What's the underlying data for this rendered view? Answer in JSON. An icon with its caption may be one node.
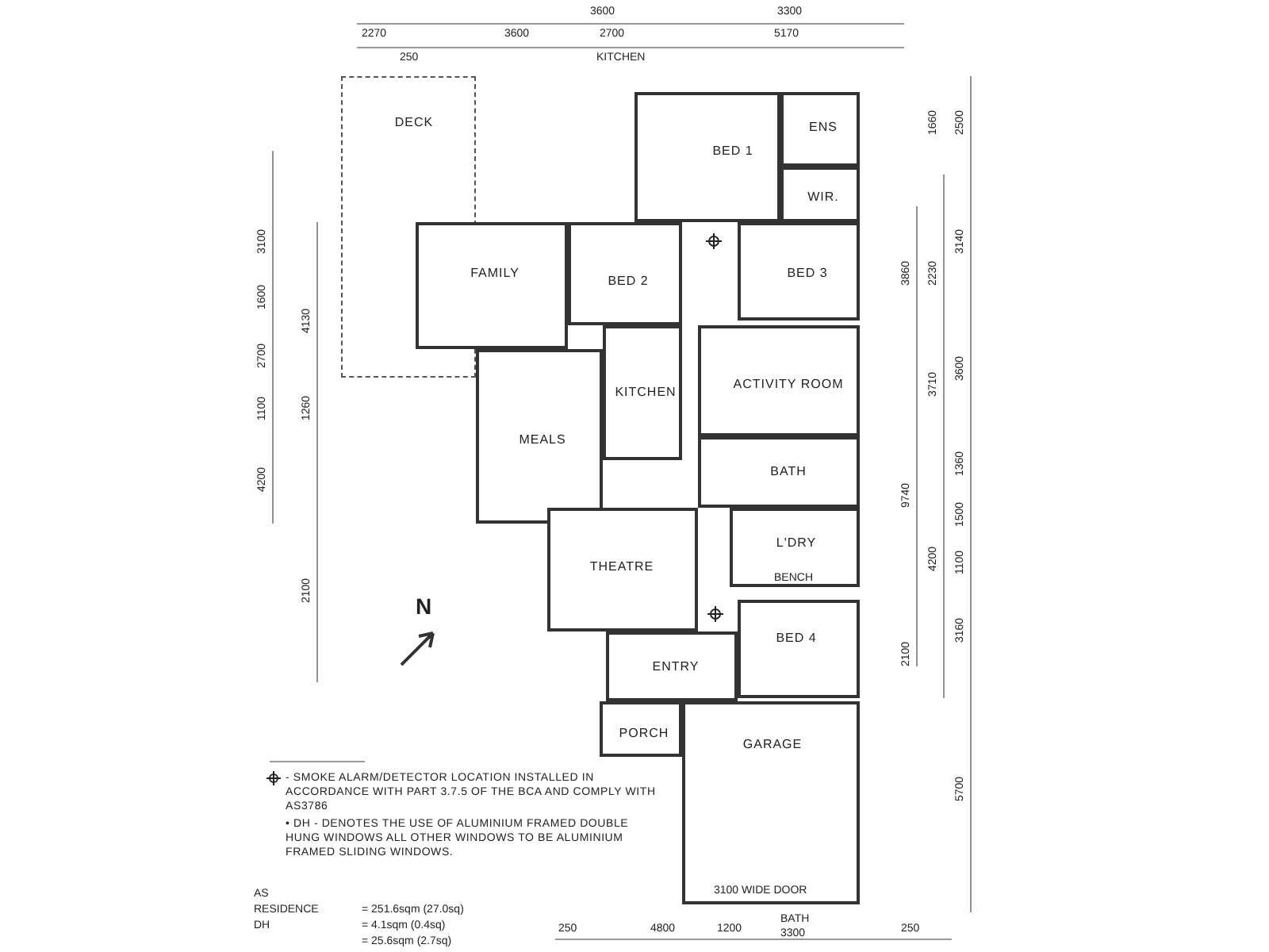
{
  "diagram": {
    "nodes": [
      {
        "text": [
          "DECK"
        ]
      },
      {
        "text": [
          "BED 1"
        ]
      },
      {
        "text": [
          "ENS"
        ]
      },
      {
        "text": [
          "WIR."
        ]
      },
      {
        "text": [
          "FAMILY"
        ]
      },
      {
        "text": [
          "BED 2"
        ]
      },
      {
        "text": [
          "BED 3"
        ]
      },
      {
        "text": [
          "KITCHEN"
        ]
      },
      {
        "text": [
          "MEALS"
        ]
      },
      {
        "text": [
          "ACTIVITY ROOM"
        ]
      },
      {
        "text": [
          "BATH"
        ]
      },
      {
        "text": [
          "THEATRE"
        ]
      },
      {
        "text": [
          "L'DRY"
        ]
      },
      {
        "text": [
          "BED 4"
        ]
      },
      {
        "text": [
          "ENTRY"
        ]
      },
      {
        "text": [
          "PORCH"
        ]
      },
      {
        "text": [
          "GARAGE"
        ]
      }
    ],
    "edges": [],
    "labels": [
      "3600",
      "3300",
      "2270",
      "3600",
      "2700",
      "KITCHEN",
      "5170",
      "250",
      "N",
      "BENCH",
      "3100 WIDE DOOR",
      "3100",
      "1600",
      "2700",
      "1100",
      "4200",
      "4130",
      "1260",
      "2100",
      "1660",
      "2500",
      "3140",
      "3860",
      "2230",
      "3710",
      "3600",
      "9740",
      "1360",
      "1500",
      "4200",
      "1100",
      "3160",
      "2100",
      "5700",
      "250",
      "4800",
      "1200",
      "BATH",
      "3300",
      "250",
      "AS",
      "RESIDENCE",
      "= 251.6sqm (27.0sq)",
      "DH",
      "= 4.1sqm (0.4sq)",
      "= 25.6sqm (2.7sq)"
    ],
    "legend": [
      {
        "text": "- SMOKE ALARM/DETECTOR LOCATION INSTALLED IN ACCORDANCE WITH PART 3.7.5 OF THE BCA AND COMPLY WITH AS3786"
      },
      {
        "text": "• DH - DENOTES THE USE OF ALUMINIUM FRAMED DOUBLE HUNG WINDOWS ALL OTHER WINDOWS TO BE ALUMINIUM FRAMED SLIDING WINDOWS."
      }
    ]
  }
}
